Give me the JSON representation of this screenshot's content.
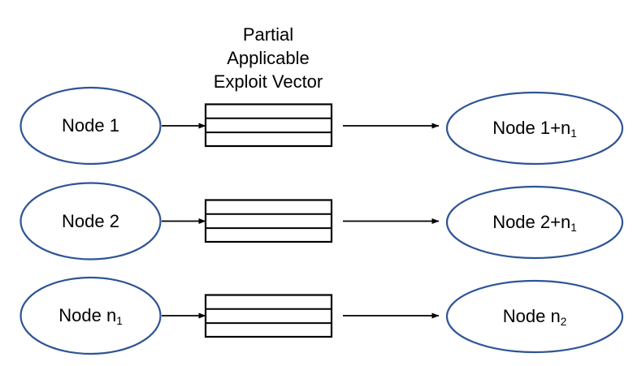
{
  "diagram": {
    "title_lines": [
      "Partial",
      "Applicable",
      "Exploit Vector"
    ],
    "colors": {
      "node_stroke": "#2E5496",
      "node_fill": "#FFFFFF",
      "box_stroke": "#000000",
      "arrow": "#000000",
      "text": "#000000",
      "background": "#FFFFFF"
    },
    "rows": [
      {
        "source_label": "Node 1",
        "source_label_main": "Node 1",
        "source_label_sub": "",
        "vector_rows": 3,
        "target_label": "Node 1+n1",
        "target_label_main": "Node 1+n",
        "target_label_sub": "1"
      },
      {
        "source_label": "Node 2",
        "source_label_main": "Node 2",
        "source_label_sub": "",
        "vector_rows": 3,
        "target_label": "Node 2+n1",
        "target_label_main": "Node 2+n",
        "target_label_sub": "1"
      },
      {
        "source_label": "Node n1",
        "source_label_main": "Node n",
        "source_label_sub": "1",
        "vector_rows": 3,
        "target_label": "Node n2",
        "target_label_main": "Node n",
        "target_label_sub": "2"
      }
    ]
  }
}
